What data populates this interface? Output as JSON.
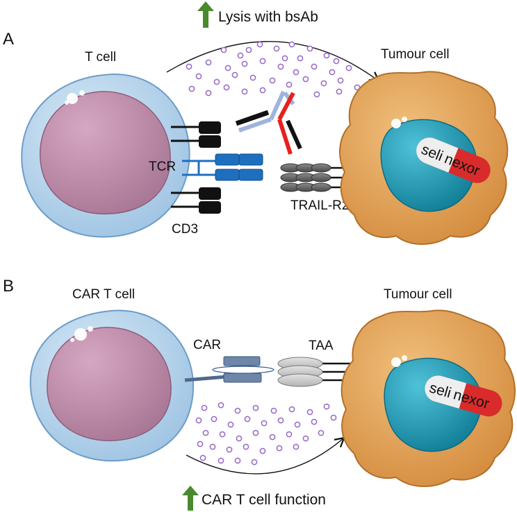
{
  "panel_a": {
    "letter": "A",
    "header": "Lysis with bsAb",
    "t_cell": "T cell",
    "tumour_cell": "Tumour cell",
    "tcr": "TCR",
    "cd3": "CD3",
    "trail_r2": "TRAIL-R2",
    "drug_prefix": "seli",
    "drug_suffix": "nexor"
  },
  "panel_b": {
    "letter": "B",
    "car_t_cell": "CAR T cell",
    "tumour_cell": "Tumour cell",
    "car": "CAR",
    "taa": "TAA",
    "footer": "CAR T cell function",
    "drug_prefix": "seli",
    "drug_suffix": "nexor"
  },
  "colors": {
    "arrow_up": "#4a8a2e",
    "dots": "#9b6fc7",
    "tcr_blue": "#1f6fbf",
    "antibody_red": "#e8201e",
    "antibody_blue": "#9db4de",
    "nucleus_t": "#c794b0",
    "cytoplasm_t": "#b4d3ea",
    "tumour": "#e2a35b",
    "tumour_nucleus": "#1f9db6",
    "pill_red": "#d92b2b"
  }
}
